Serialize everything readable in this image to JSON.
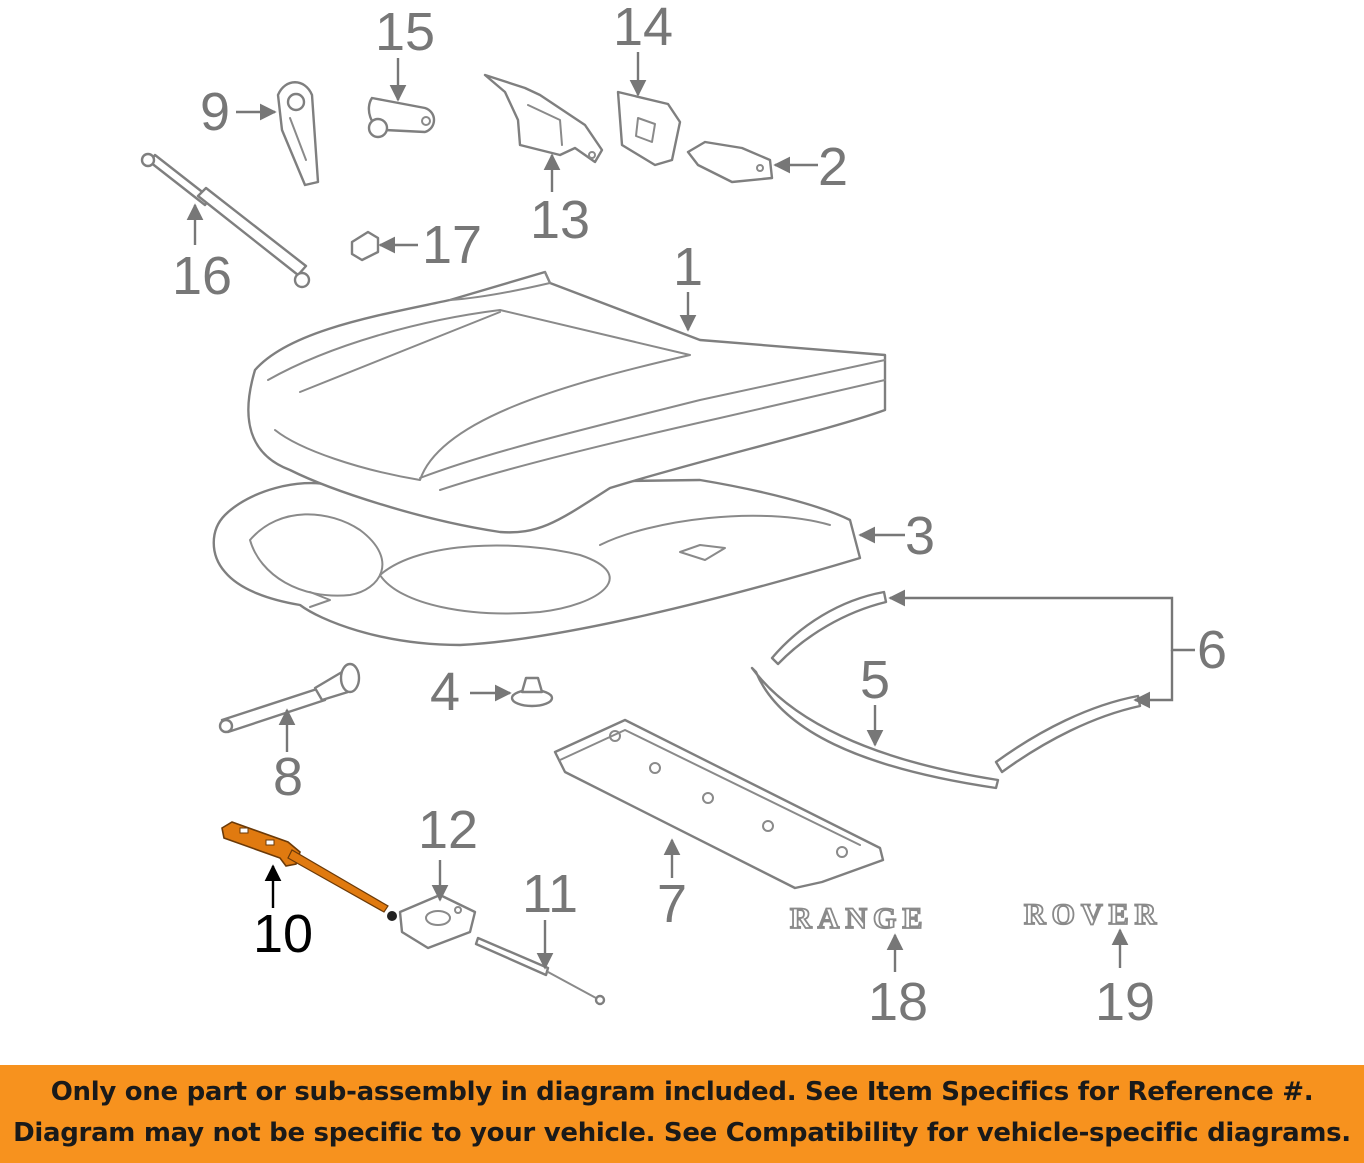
{
  "callouts": {
    "c1": "1",
    "c2": "2",
    "c3": "3",
    "c4": "4",
    "c5": "5",
    "c6": "6",
    "c7": "7",
    "c8": "8",
    "c9": "9",
    "c10": "10",
    "c11": "11",
    "c12": "12",
    "c13": "13",
    "c14": "14",
    "c15": "15",
    "c16": "16",
    "c17": "17",
    "c18": "18",
    "c19": "19"
  },
  "highlighted_part": "10",
  "badges": {
    "range": "RANGE",
    "rover": "ROVER"
  },
  "banner": {
    "line1": "Only one part or sub-assembly in diagram included. See Item Specifics for Reference #.",
    "line2": "Diagram may not be specific to your vehicle. See Compatibility for vehicle-specific diagrams."
  },
  "colors": {
    "banner": "#f7921e",
    "highlight_part": "#e07a10",
    "line_art": "#7f7f7f",
    "callout_text": "#777777"
  }
}
